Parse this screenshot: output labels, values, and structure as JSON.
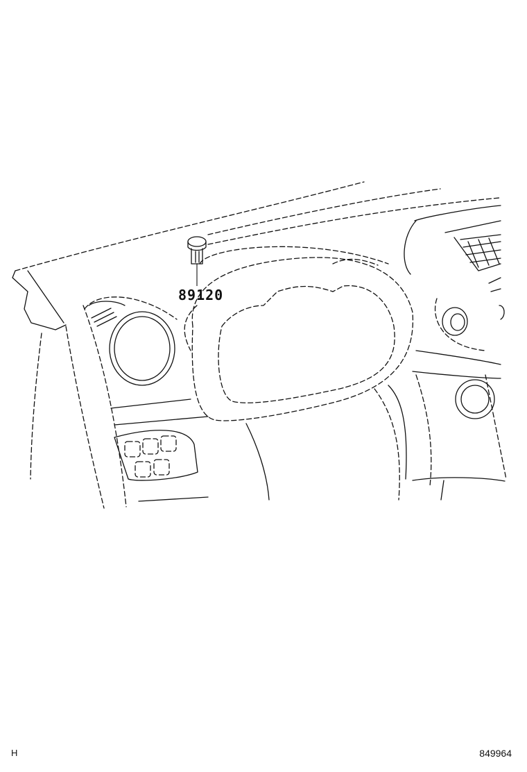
{
  "callouts": {
    "part_number": "89120"
  },
  "footer": {
    "left_code": "H",
    "illustration_number": "849964"
  }
}
